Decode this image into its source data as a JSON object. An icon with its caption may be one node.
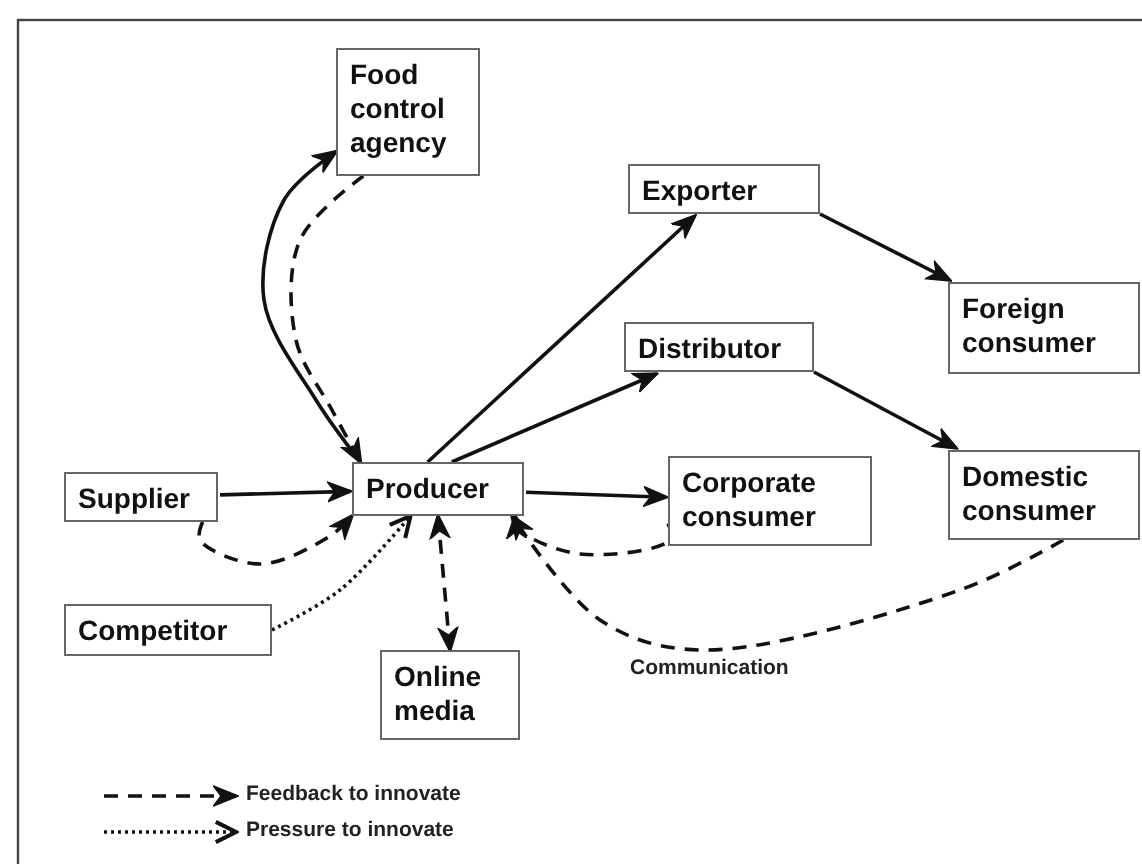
{
  "diagram": {
    "nodes": [
      {
        "text": [
          "Food control agency"
        ]
      },
      {
        "text": [
          "Exporter"
        ]
      },
      {
        "text": [
          "Foreign consumer"
        ]
      },
      {
        "text": [
          "Distributor"
        ]
      },
      {
        "text": [
          "Supplier"
        ]
      },
      {
        "text": [
          "Producer"
        ]
      },
      {
        "text": [
          "Corporate consumer"
        ]
      },
      {
        "text": [
          "Domestic consumer"
        ]
      },
      {
        "text": [
          "Competitor"
        ]
      },
      {
        "text": [
          "Online media"
        ]
      }
    ],
    "edges": [
      {
        "from": 5,
        "to": 0,
        "arrow": "to"
      },
      {
        "from": 0,
        "to": 5,
        "arrow": "to",
        "style": "dashed"
      },
      {
        "from": 5,
        "to": 1,
        "arrow": "to"
      },
      {
        "from": 5,
        "to": 3,
        "arrow": "to"
      },
      {
        "from": 1,
        "to": 2,
        "arrow": "to"
      },
      {
        "from": 3,
        "to": 7,
        "arrow": "to"
      },
      {
        "from": 4,
        "to": 5,
        "arrow": "to"
      },
      {
        "from": 5,
        "to": 6,
        "arrow": "to"
      },
      {
        "from": 4,
        "to": 5,
        "arrow": "to",
        "style": "dashed"
      },
      {
        "from": 8,
        "to": 5,
        "arrow": "to",
        "style": "dashed"
      },
      {
        "from": 5,
        "to": 9,
        "arrow": "both",
        "style": "dashed"
      },
      {
        "from": 6,
        "to": 5,
        "arrow": "to",
        "style": "dashed"
      },
      {
        "from": 7,
        "to": 5,
        "arrow": "to",
        "style": "dashed",
        "label": "Communication"
      }
    ],
    "legend": [
      {
        "text": "Feedback to innovate"
      },
      {
        "text": "Pressure to innovate"
      }
    ]
  }
}
